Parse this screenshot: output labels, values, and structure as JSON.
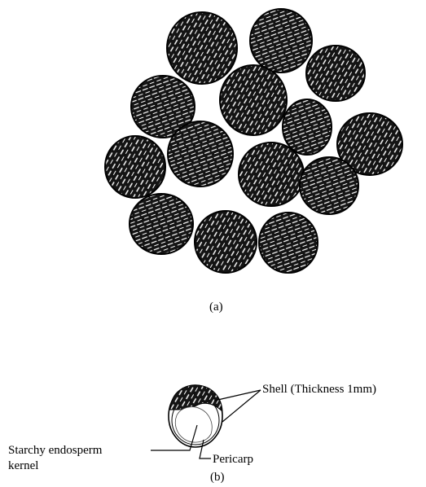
{
  "panel_a": {
    "caption": "(a)",
    "seed_count": 14
  },
  "panel_b": {
    "caption": "(b)",
    "labels": {
      "shell": "Shell (Thickness 1mm)",
      "pericarp": "Pericarp",
      "endosperm_line1": "Starchy endosperm",
      "endosperm_line2": "kernel"
    }
  },
  "colors": {
    "ink": "#000000",
    "paper": "#ffffff",
    "seed_dark": "#141414",
    "seed_streak": "#ffffff"
  }
}
